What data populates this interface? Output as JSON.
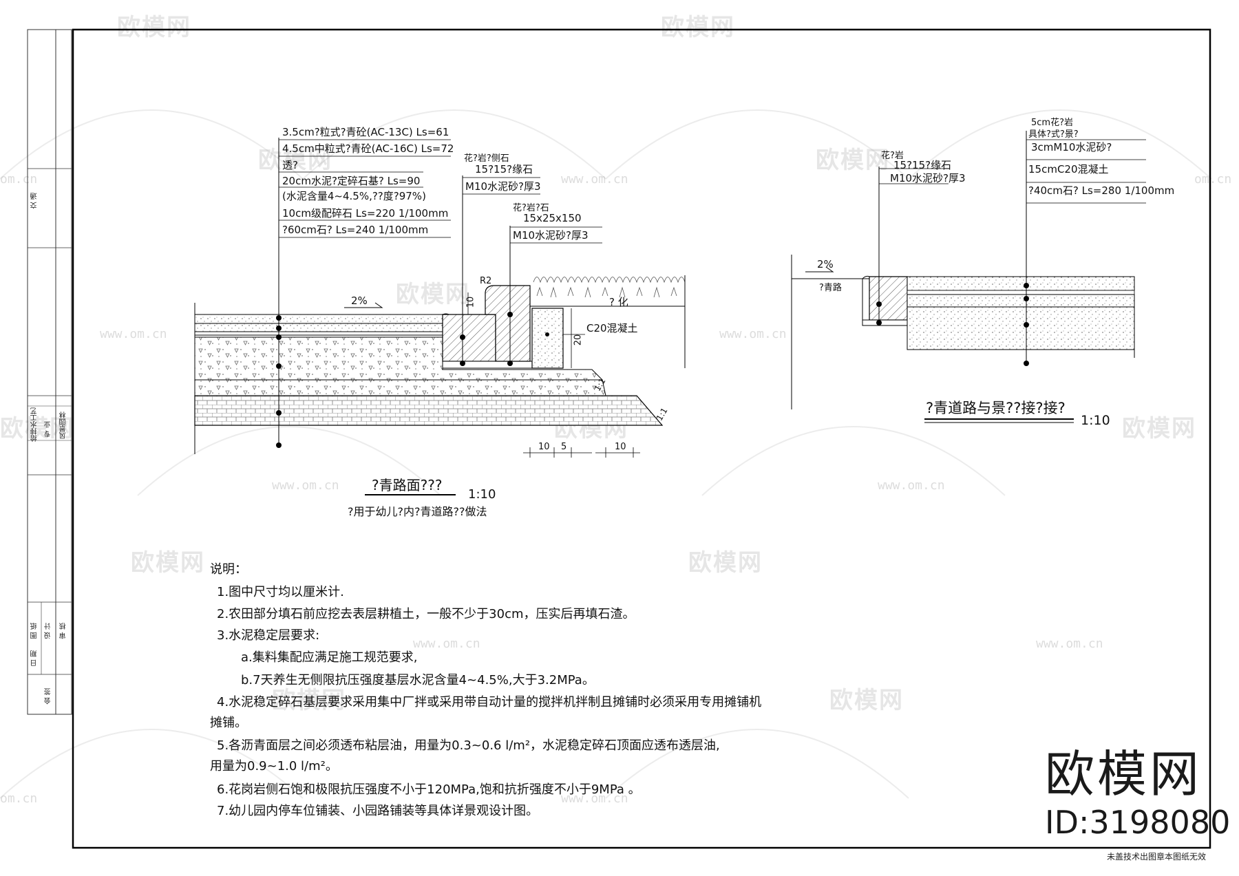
{
  "watermark": {
    "brand": "欧模网",
    "url": "www.om.cn",
    "url_short": "om.cn",
    "id_label": "ID:3198080"
  },
  "title_block": {
    "cells": [
      "交 通",
      "给排水工艺",
      "专 业",
      "风景园林",
      "图 纸",
      "设 计",
      "审 核",
      "日 期",
      "会 签"
    ]
  },
  "left_detail": {
    "layers": [
      "3.5cm?粒式?青砼(AC-13C) Ls=61",
      "4.5cm中粒式?青砼(AC-16C) Ls=72",
      "透?",
      "20cm水泥?定碎石基? Ls=90",
      "(水泥含量4~4.5%,??度?97%)",
      "10cm级配碎石 Ls=220 1/100mm",
      "?60cm石? Ls=240 1/100mm"
    ],
    "curb1": [
      "花?岩?侧石",
      "15?15?缘石",
      "M10水泥砂?厚3"
    ],
    "curb2": [
      "花?岩?石",
      "15x25x150",
      "M10水泥砂?厚3"
    ],
    "slope": "2%",
    "radius": "R2",
    "dim_10": "10",
    "dim_20": "20",
    "concrete": "C20混凝土",
    "green": "? 化",
    "dims_bottom": [
      "10",
      "5",
      "10"
    ],
    "ratio1": "1:1",
    "ratio2": "1:1",
    "title": "?青路面???",
    "scale": "1:10",
    "subtitle": "?用于幼儿?内?青道路??做法"
  },
  "right_detail": {
    "curb": [
      "花?岩",
      "15?15?缘石",
      "M10水泥砂?厚3"
    ],
    "layers": [
      "5cm花?岩",
      "具体?式?景?",
      "3cmM10水泥砂?",
      "15cmC20混凝土",
      "?40cm石? Ls=280 1/100mm"
    ],
    "slope": "2%",
    "road": "?青路",
    "title": "?青道路与景??接?接?",
    "scale": "1:10"
  },
  "notes": {
    "heading": "说明：",
    "items": [
      "1.图中尺寸均以厘米计.",
      "2.农田部分填石前应挖去表层耕植土，一般不少于30cm，压实后再填石渣。",
      "3.水泥稳定层要求:",
      "a.集料集配应满足施工规范要求,",
      "b.7天养生无侧限抗压强度基层水泥含量4~4.5%,大于3.2MPa。",
      "4.水泥稳定碎石基层要求采用集中厂拌或采用带自动计量的搅拌机拌制且摊铺时必须采用专用摊铺机",
      "摊铺。",
      "5.各沥青面层之间必须透布粘层油，用量为0.3~0.6 l/m²，水泥稳定碎石顶面应透布透层油,",
      "用量为0.9~1.0 l/m²。",
      "6.花岗岩侧石饱和极限抗压强度不小于120MPa,饱和抗折强度不小于9MPa 。",
      "7.幼儿园内停车位铺装、小园路铺装等具体详景观设计图。"
    ]
  },
  "footer": "未盖技术出图章本图纸无效"
}
